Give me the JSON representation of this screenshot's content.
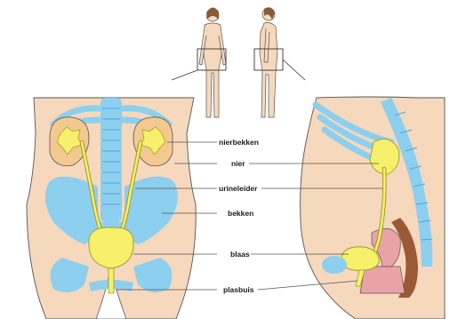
{
  "labels": {
    "nierbekken": "nierbekken",
    "nier": "nier",
    "urineleider": "urineleider",
    "bekken": "bekken",
    "blaas": "blaas",
    "plasbuis": "plasbuis"
  },
  "colors": {
    "skin": "#f6d8bd",
    "skin_outline": "#555555",
    "bone": "#8ccfee",
    "bone_dark": "#4da9d9",
    "kidney": "#f3c98f",
    "urinary": "#f6f06b",
    "urinary_outline": "#9c9a25",
    "uterus": "#e9a3a8",
    "rectum": "#9b5a36",
    "leader": "#555555"
  }
}
